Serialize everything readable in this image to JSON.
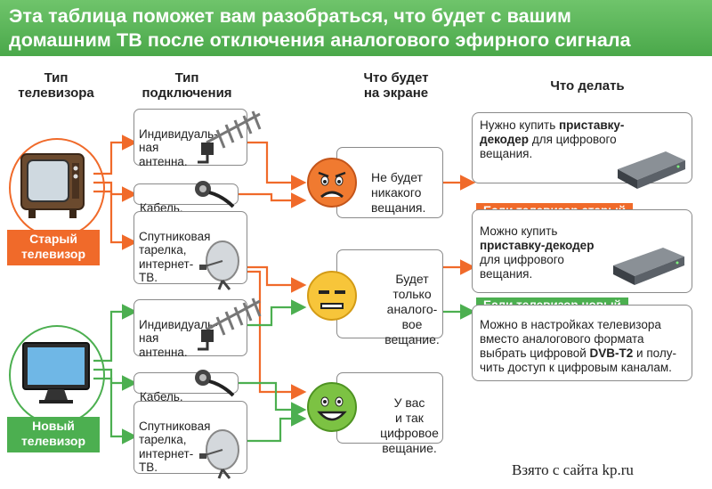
{
  "header": {
    "line1": "Эта таблица поможет вам разобраться, что будет с вашим",
    "line2": "домашним ТВ после отключения аналогового эфирного сигнала"
  },
  "columns": {
    "tv_type": "Тип\nтелевизора",
    "connection_type": "Тип\nподключения",
    "screen": "Что будет\nна экране",
    "action": "Что делать"
  },
  "tvs": {
    "old_label": "Старый\nтелевизор",
    "new_label": "Новый\nтелевизор"
  },
  "connections": {
    "antenna": "Индивидуаль-\nная\nантенна.",
    "cable": "Кабель.",
    "satellite": "Спутниковая\nтарелка,\nинтернет-\nТВ."
  },
  "outcomes": {
    "none": "Не будет\nникакого\nвещания.",
    "analog": "Будет\nтолько\nаналого-\nвое\nвещание.",
    "digital": "У вас\nи так\nцифровое\nвещание."
  },
  "actions": {
    "buy1_pre": "Нужно купить ",
    "buy1_bold": "приставку-\nдекодер",
    "buy1_post": " для цифрового\nвещания.",
    "old_tag": "Если телевизор старый",
    "buy2_pre": "Можно купить\n",
    "buy2_bold": "приставку-декодер",
    "buy2_post": "\nдля цифрового\nвещания.",
    "new_tag": "Если телевизор новый",
    "new_pre": "Можно в настройках телевизора\nвместо аналогового формата\nвыбрать цифровой ",
    "new_bold": "DVB-T2",
    "new_post": " и полу-\nчить доступ к цифровым каналам."
  },
  "credit": "Взято с сайта kp.ru",
  "colors": {
    "banner": "#5cb85c",
    "orange": "#f06a2a",
    "green": "#4caf50",
    "face_orange": "#f07a30",
    "face_yellow": "#f7c53a",
    "face_green": "#7cc243"
  }
}
